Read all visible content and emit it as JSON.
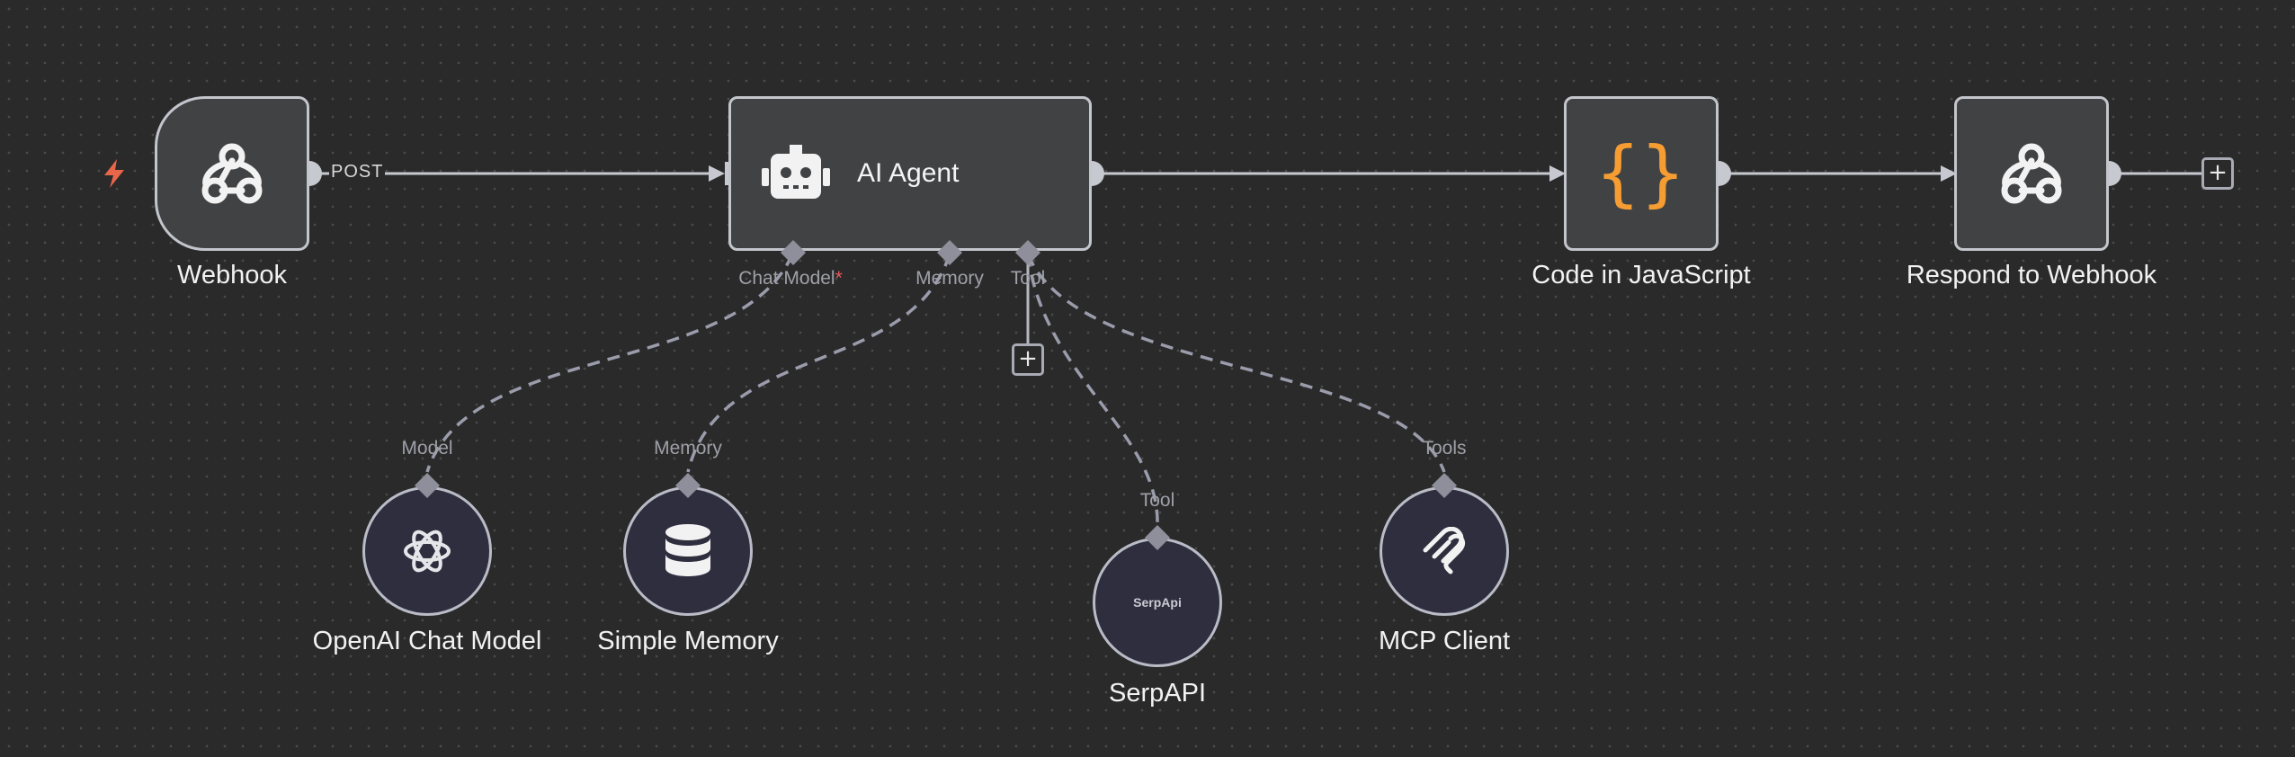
{
  "workflow": {
    "nodes": {
      "webhook": {
        "label": "Webhook",
        "icon": "webhook-icon",
        "output_label": "POST"
      },
      "ai_agent": {
        "label": "AI Agent",
        "icon": "robot-icon"
      },
      "code": {
        "label": "Code in JavaScript",
        "icon": "curly-braces-icon",
        "icon_text": "{}"
      },
      "respond": {
        "label": "Respond to Webhook",
        "icon": "webhook-icon"
      }
    },
    "agent_ports": {
      "chat_model": "Chat Model",
      "chat_model_required": "*",
      "memory": "Memory",
      "tool": "Tool"
    },
    "sub_nodes": {
      "openai": {
        "label": "OpenAI Chat Model",
        "port_label": "Model",
        "icon": "openai-icon"
      },
      "memory": {
        "label": "Simple Memory",
        "port_label": "Memory",
        "icon": "database-icon"
      },
      "serpapi": {
        "label": "SerpAPI",
        "port_label": "Tool",
        "icon": "serpapi-logo",
        "logo_text": "SerpApi"
      },
      "mcp": {
        "label": "MCP Client",
        "port_label": "Tools",
        "icon": "mcp-icon"
      }
    },
    "add_buttons": {
      "symbol": "+"
    },
    "colors": {
      "background": "#2a2a2a",
      "node_fill": "#414244",
      "node_border": "#c3c5cc",
      "sub_node_fill": "#2e2e3e",
      "trigger": "#e8664a",
      "code_icon": "#f59d32",
      "connection": "#c7c9d1",
      "dashed_connection": "#9a9cab"
    }
  }
}
